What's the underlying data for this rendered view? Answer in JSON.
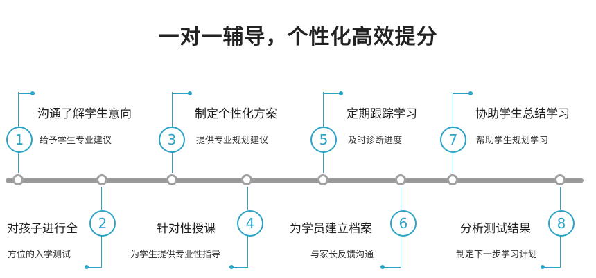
{
  "title": "一对一辅导，个性化高效提分",
  "steps": [
    {
      "num": "1",
      "title": "沟通了解学生意向",
      "desc": "给予学生专业建议"
    },
    {
      "num": "2",
      "title": "对孩子进行全",
      "desc": "方位的入学测试"
    },
    {
      "num": "3",
      "title": "制定个性化方案",
      "desc": "提供专业规划建议"
    },
    {
      "num": "4",
      "title": "针对性授课",
      "desc": "为学生提供专业性指导"
    },
    {
      "num": "5",
      "title": "定期跟踪学习",
      "desc": "及时诊断进度"
    },
    {
      "num": "6",
      "title": "为学员建立档案",
      "desc": "与家长反馈沟通"
    },
    {
      "num": "7",
      "title": "协助学生总结学习",
      "desc": "帮助学生规划学习"
    },
    {
      "num": "8",
      "title": "分析测试结果",
      "desc": "制定下一步学习计划"
    }
  ],
  "colors": {
    "accent": "#2aa3c6",
    "timeline": "#9a9a9a"
  }
}
